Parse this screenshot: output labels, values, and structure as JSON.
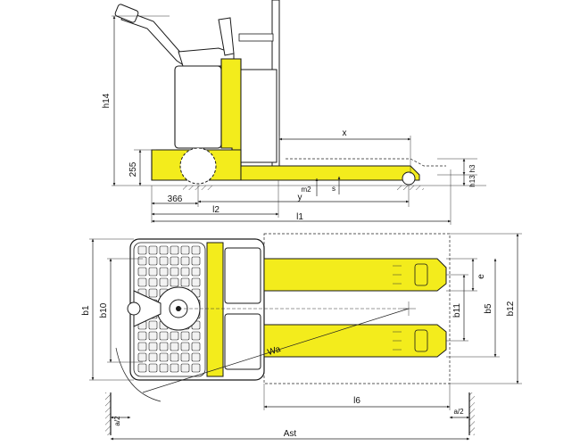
{
  "colors": {
    "truck_yellow": "#f3ec1c",
    "outline": "#1a1a1a",
    "grille": "#f2f2f2"
  },
  "side_view": {
    "labels": {
      "h14": "h14",
      "h255": "255",
      "x": "x",
      "h3": "h3",
      "h13": "h13",
      "m2": "m2",
      "s": "s",
      "y": "y",
      "d366": "366",
      "l2": "l2",
      "l1": "l1"
    }
  },
  "top_view": {
    "labels": {
      "b1": "b1",
      "b10": "b10",
      "e": "e",
      "b11": "b11",
      "b5": "b5",
      "b12": "b12",
      "wa": "Wa",
      "l6": "l6",
      "a2_left": "a/2",
      "a2_right": "a/2",
      "ast": "Ast"
    }
  }
}
